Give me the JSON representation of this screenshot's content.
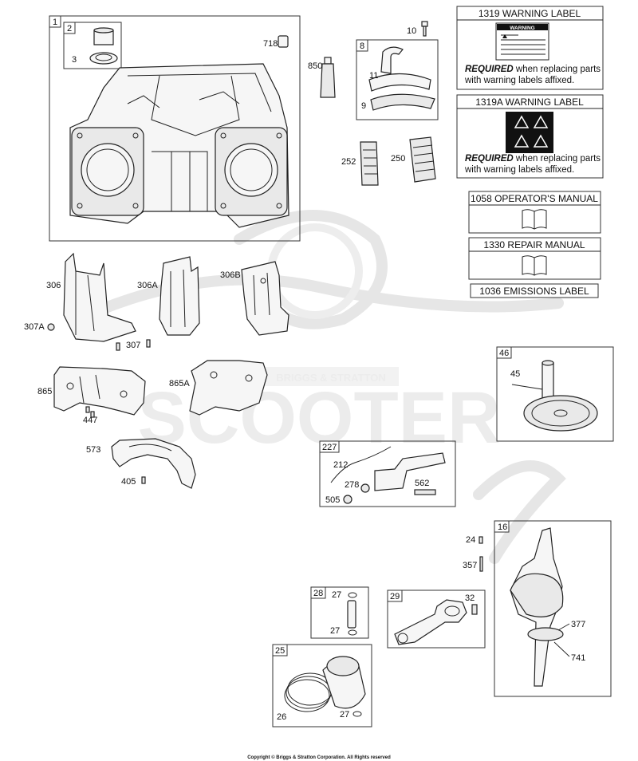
{
  "watermark": {
    "text": "SCOOTER",
    "ribbon": "BRIGGS & STRATTON"
  },
  "callouts": {
    "c1": "1",
    "c2": "2",
    "c3": "3",
    "c718": "718",
    "c10": "10",
    "c850": "850",
    "c8": "8",
    "c11": "11",
    "c9": "9",
    "c252": "252",
    "c250": "250",
    "c306": "306",
    "c306A": "306A",
    "c306B": "306B",
    "c307A": "307A",
    "c307": "307",
    "c865": "865",
    "c865A": "865A",
    "c447": "447",
    "c573": "573",
    "c405": "405",
    "c227": "227",
    "c212": "212",
    "c278": "278",
    "c562": "562",
    "c505": "505",
    "c46": "46",
    "c45": "45",
    "c16": "16",
    "c24": "24",
    "c357": "357",
    "c377": "377",
    "c741": "741",
    "c28": "28",
    "c27a": "27",
    "c27b": "27",
    "c29": "29",
    "c32": "32",
    "c25": "25",
    "c26": "26",
    "c27c": "27"
  },
  "labels": {
    "l1319": {
      "title": "1319 WARNING LABEL",
      "req_bold": "REQUIRED",
      "req_rest": " when replacing parts",
      "req_line2": "with warning labels affixed."
    },
    "l1319A": {
      "title": "1319A WARNING LABEL",
      "req_bold": "REQUIRED",
      "req_rest": " when replacing parts",
      "req_line2": "with warning labels affixed."
    },
    "l1058": {
      "title": "1058 OPERATOR'S MANUAL"
    },
    "l1330": {
      "title": "1330 REPAIR MANUAL"
    },
    "l1036": {
      "title": "1036 EMISSIONS LABEL"
    },
    "warning_word": "WARNING"
  },
  "footer": {
    "copyright": "Copyright © Briggs & Stratton Corporation. All Rights reserved"
  }
}
